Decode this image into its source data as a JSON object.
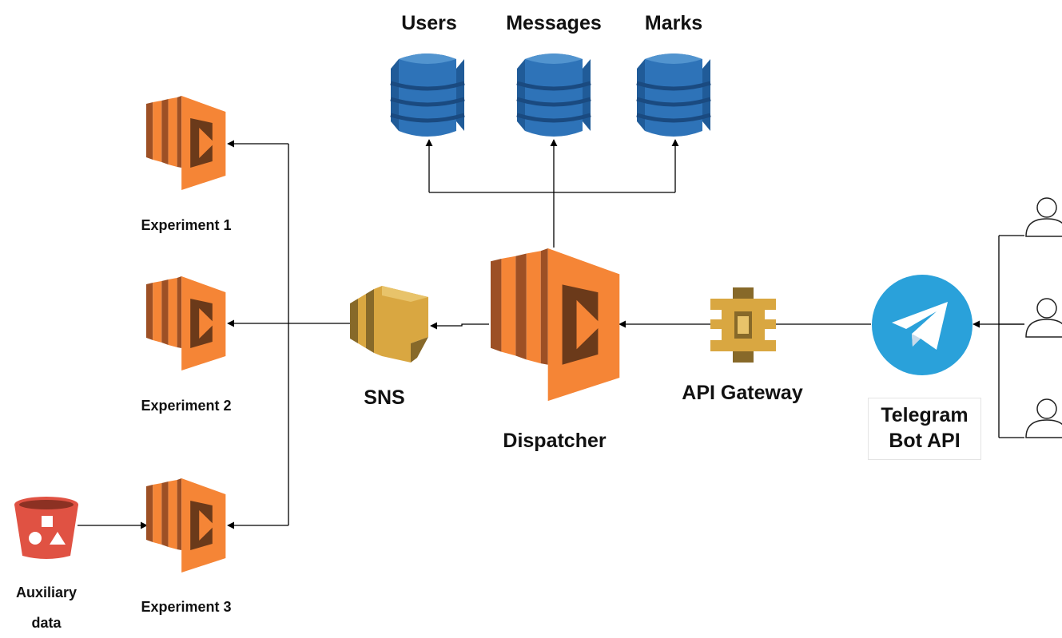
{
  "databases": [
    {
      "label": "Users"
    },
    {
      "label": "Messages"
    },
    {
      "label": "Marks"
    }
  ],
  "experiments": [
    {
      "label": "Experiment 1"
    },
    {
      "label": "Experiment 2"
    },
    {
      "label": "Experiment 3"
    }
  ],
  "dispatcher": {
    "label": "Dispatcher"
  },
  "sns": {
    "label": "SNS"
  },
  "api_gateway": {
    "label": "API Gateway"
  },
  "telegram": {
    "line1": "Telegram",
    "line2": "Bot API"
  },
  "auxiliary": {
    "line1": "Auxiliary",
    "line2": "data"
  },
  "users_count": 3,
  "colors": {
    "lambda": "#F58536",
    "lambda_dark": "#9D5025",
    "dynamodb": "#2E73B8",
    "dynamodb_dark": "#205B98",
    "sns": "#D9A741",
    "sns_dark": "#876929",
    "gateway": "#D9A741",
    "s3": "#E05243",
    "telegram": "#2AA1DA",
    "line": "#000000"
  }
}
